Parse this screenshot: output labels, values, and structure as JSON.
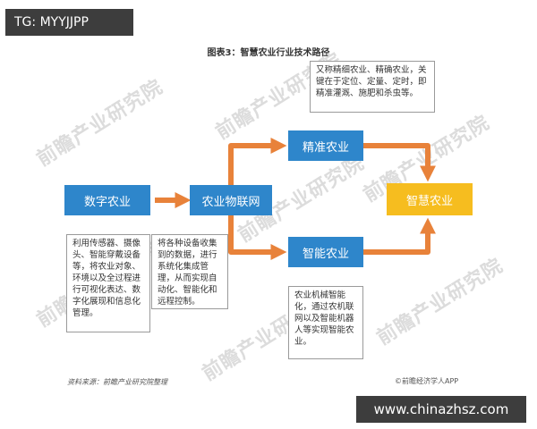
{
  "tag": "TG: MYYJJPP",
  "title": "图表3：智慧农业行业技术路径",
  "nodes": {
    "digital": "数字农业",
    "iot": "农业物联网",
    "precision": "精准农业",
    "smart_ag": "智能农业",
    "wisdom": "智慧农业"
  },
  "notes": {
    "precision": "又称精细农业、精确农业，关键在于定位、定量、定时，即精准灌溉、施肥和杀虫等。",
    "digital": "利用传感器、摄像头、智能穿戴设备等，将农业对象、环境以及全过程进行可视化表达、数字化展现和信息化管理。",
    "iot": "将各种设备收集到的数据，进行系统化集成管理，从而实现自动化、智能化和远程控制。",
    "smart_ag": "农业机械智能化，通过农机联网以及智能机器人等实现智能农业。"
  },
  "watermark": "前瞻产业研究院",
  "footer": {
    "source": "资料来源：前瞻产业研究院整理",
    "app": "©前瞻经济学人APP"
  },
  "site": "www.chinazhsz.com",
  "colors": {
    "node_blue": "#2e86cb",
    "node_gold": "#f6bd1f",
    "arrow_orange": "#e8823a"
  }
}
